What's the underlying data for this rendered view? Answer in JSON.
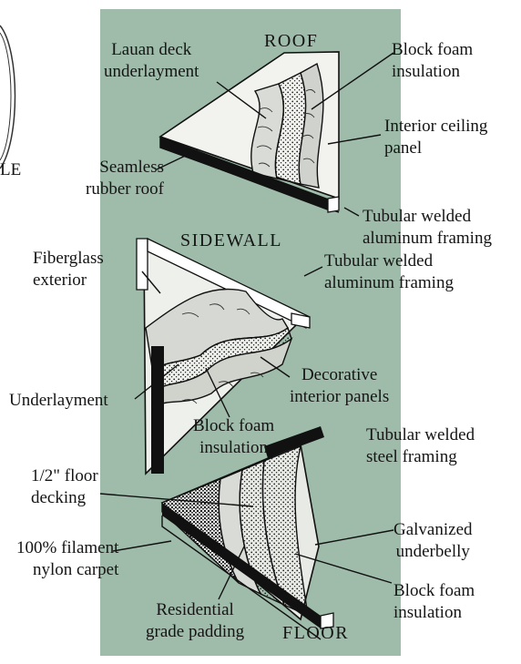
{
  "cut_off_text": "LE",
  "sections": {
    "roof": {
      "title": "ROOF",
      "labels": {
        "lauan_1": "Lauan deck",
        "lauan_2": "underlayment",
        "block_1": "Block foam",
        "block_2": "insulation",
        "ceiling_1": "Interior ceiling",
        "ceiling_2": "panel",
        "rubber_1": "Seamless",
        "rubber_2": "rubber roof",
        "frame_1": "Tubular welded",
        "frame_2": "aluminum framing"
      }
    },
    "sidewall": {
      "title": "SIDEWALL",
      "labels": {
        "fiberglass_1": "Fiberglass",
        "fiberglass_2": "exterior",
        "frame_1": "Tubular welded",
        "frame_2": "aluminum framing",
        "underlayment": "Underlayment",
        "decorative_1": "Decorative",
        "decorative_2": "interior panels",
        "block_1": "Block foam",
        "block_2": "insulation"
      }
    },
    "floor": {
      "title": "FLOOR",
      "labels": {
        "frame_1": "Tubular welded",
        "frame_2": "steel framing",
        "decking_1": "1/2\" floor",
        "decking_2": "decking",
        "belly_1": "Galvanized",
        "belly_2": "underbelly",
        "carpet_1": "100% filament",
        "carpet_2": "nylon carpet",
        "padding_1": "Residential",
        "padding_2": "grade padding",
        "block_1": "Block foam",
        "block_2": "insulation"
      }
    }
  }
}
